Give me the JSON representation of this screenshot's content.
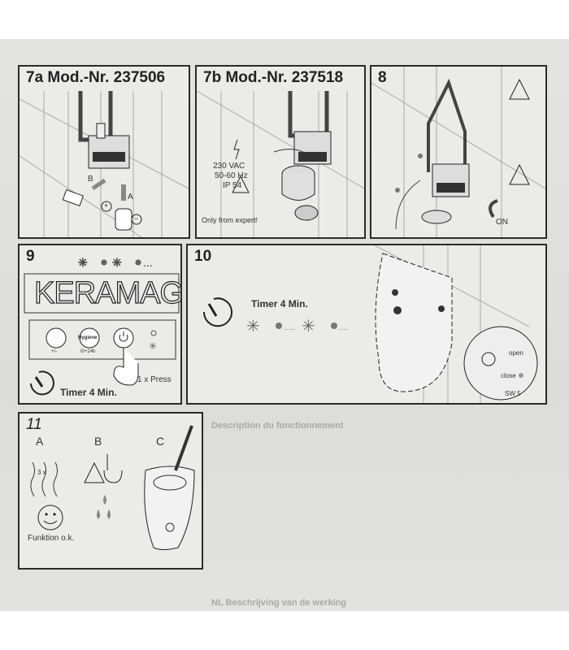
{
  "panels": {
    "p7a": {
      "title": "7a  Mod.-Nr. 237506",
      "label_a": "A",
      "label_b": "B",
      "plus": "+",
      "minus": "−"
    },
    "p7b": {
      "title": "7b  Mod.-Nr. 237518",
      "voltage": "230 VAC",
      "frequency": "50-60 Hz",
      "ip": "IP 54",
      "warning": "Only from expert!"
    },
    "p8": {
      "title": "8",
      "on": "ON"
    },
    "p9": {
      "title": "9",
      "brand": "KERAMAG",
      "btn1_label": "+/-",
      "btn2_text": "Hygiene",
      "btn2_label": "0/+24h",
      "press": "1 x Press",
      "timer": "Timer 4 Min."
    },
    "p10": {
      "title": "10",
      "timer": "Timer 4 Min.",
      "open": "open",
      "close": "close",
      "wrench": "SW 5"
    },
    "p11": {
      "title": "11",
      "a": "A",
      "b": "B",
      "c": "C",
      "times": "3 x",
      "ok": "Funktion o.k."
    }
  },
  "background_text": {
    "heading1": "Description du fonctionnement",
    "heading2": "NL Beschrijving van de werking"
  }
}
